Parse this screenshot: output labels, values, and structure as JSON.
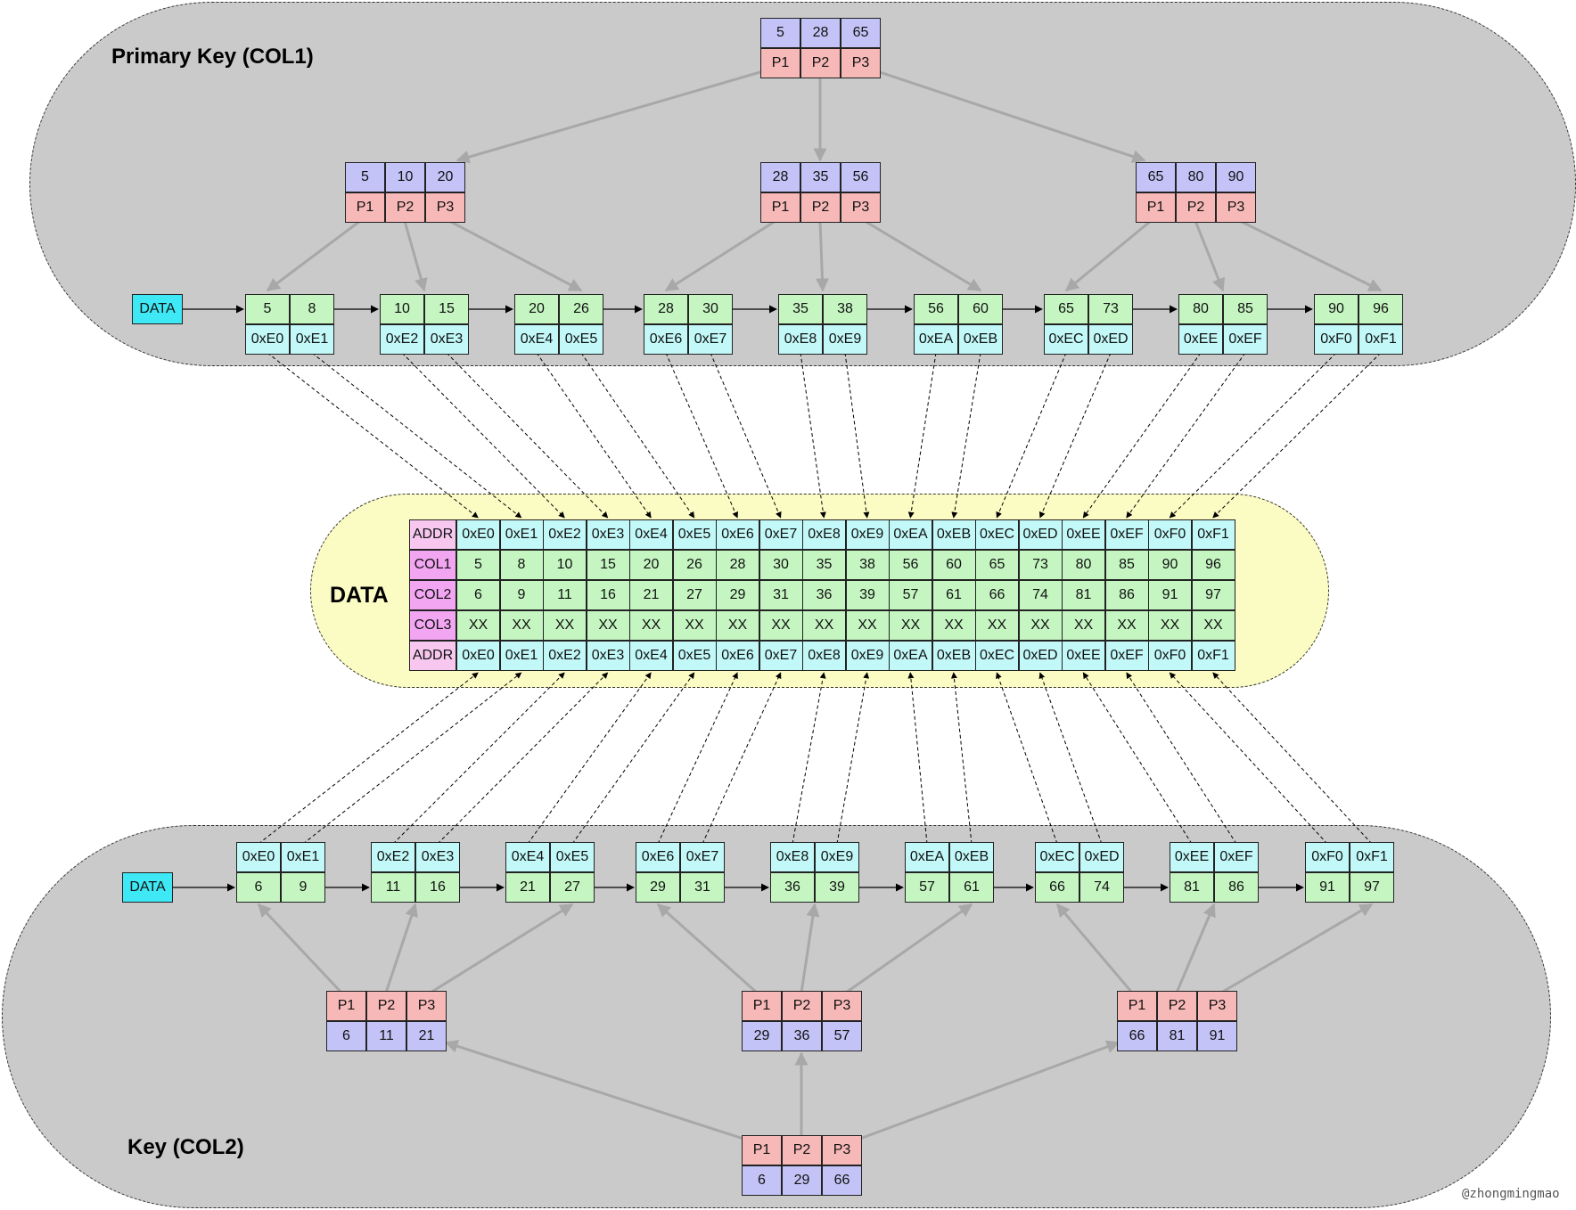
{
  "labels": {
    "primary": "Primary Key (COL1)",
    "data": "DATA",
    "secondary": "Key (COL2)",
    "watermark": "@zhongmingmao",
    "data_box": "DATA"
  },
  "primary": {
    "root": {
      "keys": [
        "5",
        "28",
        "65"
      ],
      "ptrs": [
        "P1",
        "P2",
        "P3"
      ]
    },
    "internals": [
      {
        "keys": [
          "5",
          "10",
          "20"
        ],
        "ptrs": [
          "P1",
          "P2",
          "P3"
        ]
      },
      {
        "keys": [
          "28",
          "35",
          "56"
        ],
        "ptrs": [
          "P1",
          "P2",
          "P3"
        ]
      },
      {
        "keys": [
          "65",
          "80",
          "90"
        ],
        "ptrs": [
          "P1",
          "P2",
          "P3"
        ]
      }
    ],
    "leaves": [
      {
        "keys": [
          "5",
          "8"
        ],
        "addrs": [
          "0xE0",
          "0xE1"
        ]
      },
      {
        "keys": [
          "10",
          "15"
        ],
        "addrs": [
          "0xE2",
          "0xE3"
        ]
      },
      {
        "keys": [
          "20",
          "26"
        ],
        "addrs": [
          "0xE4",
          "0xE5"
        ]
      },
      {
        "keys": [
          "28",
          "30"
        ],
        "addrs": [
          "0xE6",
          "0xE7"
        ]
      },
      {
        "keys": [
          "35",
          "38"
        ],
        "addrs": [
          "0xE8",
          "0xE9"
        ]
      },
      {
        "keys": [
          "56",
          "60"
        ],
        "addrs": [
          "0xEA",
          "0xEB"
        ]
      },
      {
        "keys": [
          "65",
          "73"
        ],
        "addrs": [
          "0xEC",
          "0xED"
        ]
      },
      {
        "keys": [
          "80",
          "85"
        ],
        "addrs": [
          "0xEE",
          "0xEF"
        ]
      },
      {
        "keys": [
          "90",
          "96"
        ],
        "addrs": [
          "0xF0",
          "0xF1"
        ]
      }
    ]
  },
  "table": {
    "row_headers": [
      "ADDR",
      "COL1",
      "COL2",
      "COL3",
      "ADDR"
    ],
    "addr": [
      "0xE0",
      "0xE1",
      "0xE2",
      "0xE3",
      "0xE4",
      "0xE5",
      "0xE6",
      "0xE7",
      "0xE8",
      "0xE9",
      "0xEA",
      "0xEB",
      "0xEC",
      "0xED",
      "0xEE",
      "0xEF",
      "0xF0",
      "0xF1"
    ],
    "col1": [
      "5",
      "8",
      "10",
      "15",
      "20",
      "26",
      "28",
      "30",
      "35",
      "38",
      "56",
      "60",
      "65",
      "73",
      "80",
      "85",
      "90",
      "96"
    ],
    "col2": [
      "6",
      "9",
      "11",
      "16",
      "21",
      "27",
      "29",
      "31",
      "36",
      "39",
      "57",
      "61",
      "66",
      "74",
      "81",
      "86",
      "91",
      "97"
    ],
    "col3": [
      "XX",
      "XX",
      "XX",
      "XX",
      "XX",
      "XX",
      "XX",
      "XX",
      "XX",
      "XX",
      "XX",
      "XX",
      "XX",
      "XX",
      "XX",
      "XX",
      "XX",
      "XX"
    ]
  },
  "secondary": {
    "leaves": [
      {
        "addrs": [
          "0xE0",
          "0xE1"
        ],
        "keys": [
          "6",
          "9"
        ]
      },
      {
        "addrs": [
          "0xE2",
          "0xE3"
        ],
        "keys": [
          "11",
          "16"
        ]
      },
      {
        "addrs": [
          "0xE4",
          "0xE5"
        ],
        "keys": [
          "21",
          "27"
        ]
      },
      {
        "addrs": [
          "0xE6",
          "0xE7"
        ],
        "keys": [
          "29",
          "31"
        ]
      },
      {
        "addrs": [
          "0xE8",
          "0xE9"
        ],
        "keys": [
          "36",
          "39"
        ]
      },
      {
        "addrs": [
          "0xEA",
          "0xEB"
        ],
        "keys": [
          "57",
          "61"
        ]
      },
      {
        "addrs": [
          "0xEC",
          "0xED"
        ],
        "keys": [
          "66",
          "74"
        ]
      },
      {
        "addrs": [
          "0xEE",
          "0xEF"
        ],
        "keys": [
          "81",
          "86"
        ]
      },
      {
        "addrs": [
          "0xF0",
          "0xF1"
        ],
        "keys": [
          "91",
          "97"
        ]
      }
    ],
    "internals": [
      {
        "ptrs": [
          "P1",
          "P2",
          "P3"
        ],
        "keys": [
          "6",
          "11",
          "21"
        ]
      },
      {
        "ptrs": [
          "P1",
          "P2",
          "P3"
        ],
        "keys": [
          "29",
          "36",
          "57"
        ]
      },
      {
        "ptrs": [
          "P1",
          "P2",
          "P3"
        ],
        "keys": [
          "66",
          "81",
          "91"
        ]
      }
    ],
    "root": {
      "ptrs": [
        "P1",
        "P2",
        "P3"
      ],
      "keys": [
        "6",
        "29",
        "66"
      ]
    }
  },
  "colors": {
    "blob_gray": "#cacaca",
    "blob_yellow": "#fbfbc4",
    "key": "#c3c3f7",
    "ptr": "#f7b8b8",
    "num": "#c5f6c2",
    "addr": "#c2f8f8",
    "row_header": "#f2a6f2",
    "data_box": "#3fe8f5",
    "tree_arrow": "#a8a8a8"
  }
}
